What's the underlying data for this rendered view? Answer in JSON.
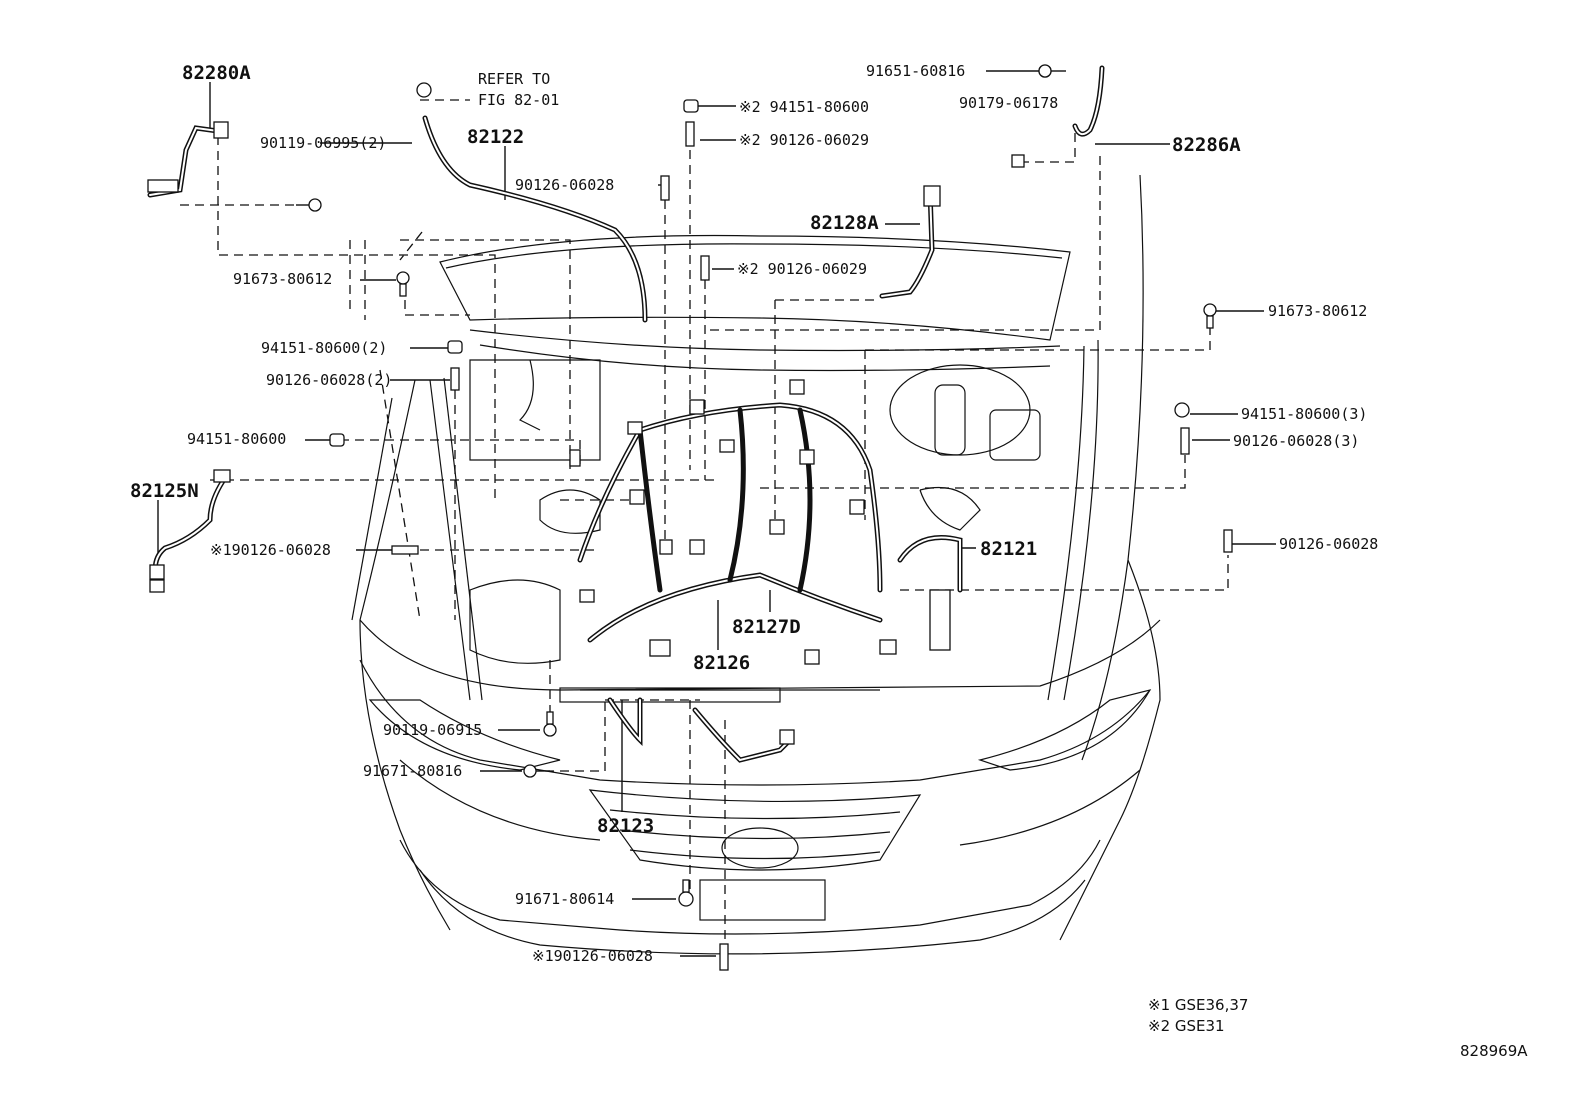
{
  "diagram": {
    "parts": [
      {
        "id": "p-82280A",
        "label": "82280A"
      },
      {
        "id": "p-82122",
        "label": "82122"
      },
      {
        "id": "p-82128A",
        "label": "82128A"
      },
      {
        "id": "p-82286A",
        "label": "82286A"
      },
      {
        "id": "p-82125N",
        "label": "82125N"
      },
      {
        "id": "p-82121",
        "label": "82121"
      },
      {
        "id": "p-82127D",
        "label": "82127D"
      },
      {
        "id": "p-82126",
        "label": "82126"
      },
      {
        "id": "p-82123",
        "label": "82123"
      }
    ],
    "fasteners": [
      {
        "id": "f1",
        "label": "90119-06995(2)"
      },
      {
        "id": "f2",
        "label": "91673-80612"
      },
      {
        "id": "f3",
        "label": "94151-80600(2)"
      },
      {
        "id": "f4",
        "label": "90126-06028(2)"
      },
      {
        "id": "f5",
        "label": "94151-80600"
      },
      {
        "id": "f6",
        "label": "※190126-06028"
      },
      {
        "id": "f7",
        "label": "90126-06028"
      },
      {
        "id": "f8",
        "label": "※2 94151-80600"
      },
      {
        "id": "f9",
        "label": "※2 90126-06029"
      },
      {
        "id": "f10",
        "label": "※2 90126-06029"
      },
      {
        "id": "f11",
        "label": "91651-60816"
      },
      {
        "id": "f12",
        "label": "90179-06178"
      },
      {
        "id": "f13",
        "label": "91673-80612"
      },
      {
        "id": "f14",
        "label": "94151-80600(3)"
      },
      {
        "id": "f15",
        "label": "90126-06028(3)"
      },
      {
        "id": "f16",
        "label": "90126-06028"
      },
      {
        "id": "f17",
        "label": "90119-06915"
      },
      {
        "id": "f18",
        "label": "91671-80816"
      },
      {
        "id": "f19",
        "label": "91671-80614"
      },
      {
        "id": "f20",
        "label": "※190126-06028"
      }
    ],
    "refer": {
      "line1": "REFER TO",
      "line2": "FIG 82-01"
    },
    "notes": {
      "n1": "※1 GSE36,37",
      "n2": "※2 GSE31"
    },
    "figure_id": "828969A"
  }
}
